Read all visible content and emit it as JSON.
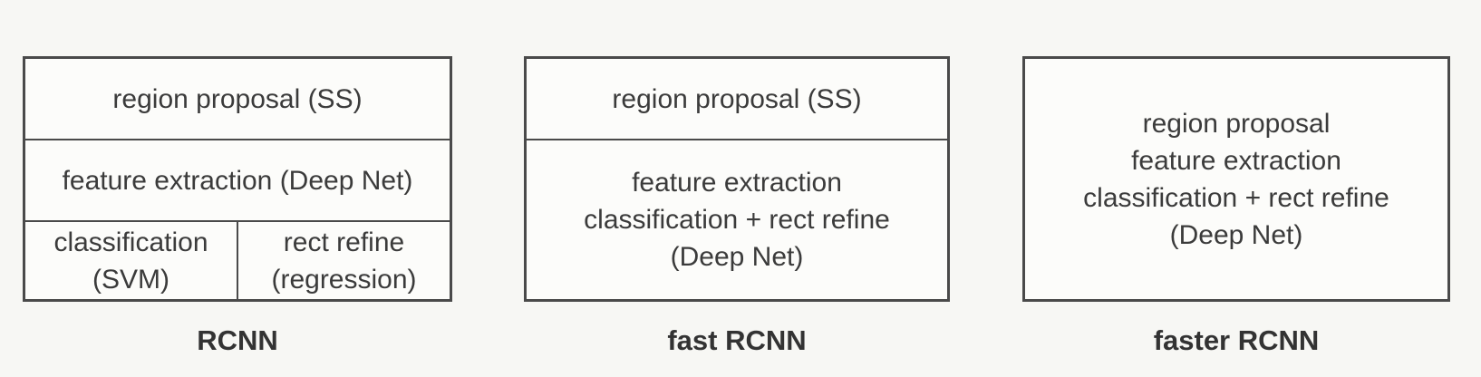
{
  "diagram": {
    "background_color": "#f7f7f4",
    "border_color": "#4a4a4a",
    "text_color": "#3b3b3b",
    "rcnn": {
      "caption": "RCNN",
      "row_region_proposal": "region proposal (SS)",
      "row_feature_extraction": "feature extraction (Deep Net)",
      "cell_classification_line1": "classification",
      "cell_classification_line2": "(SVM)",
      "cell_rect_refine_line1": "rect refine",
      "cell_rect_refine_line2": "(regression)"
    },
    "fast_rcnn": {
      "caption": "fast RCNN",
      "row_region_proposal": "region proposal (SS)",
      "row_deep_net_line1": "feature extraction",
      "row_deep_net_line2": "classification + rect refine",
      "row_deep_net_line3": "(Deep Net)"
    },
    "faster_rcnn": {
      "caption": "faster RCNN",
      "cell_line1": "region proposal",
      "cell_line2": "feature extraction",
      "cell_line3": "classification + rect refine",
      "cell_line4": "(Deep Net)"
    }
  }
}
